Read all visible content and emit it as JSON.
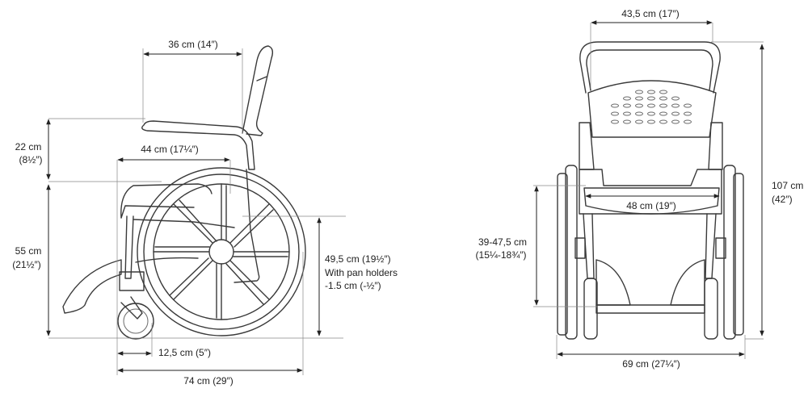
{
  "side_view": {
    "backrest_depth": "36 cm (14″)",
    "armrest_height": {
      "cm": "22 cm",
      "in": "(8½″)"
    },
    "seat_depth": "44 cm (17¼″)",
    "seat_height": {
      "cm": "55 cm",
      "in": "(21½″)"
    },
    "clearance": {
      "cm": "49,5 cm (19½″)",
      "note": "With pan holders",
      "delta": "-1.5 cm (-½″)"
    },
    "caster_size": "12,5 cm (5″)",
    "overall_length": "74 cm (29″)"
  },
  "front_view": {
    "backrest_width": "43,5 cm (17″)",
    "overall_height": {
      "cm": "107 cm",
      "in": "(42″)"
    },
    "seat_width": "48 cm (19″)",
    "footrest_range": {
      "cm": "39-47,5 cm",
      "in": "(15¼-18¾″)"
    },
    "overall_width": "69 cm (27¼″)"
  }
}
